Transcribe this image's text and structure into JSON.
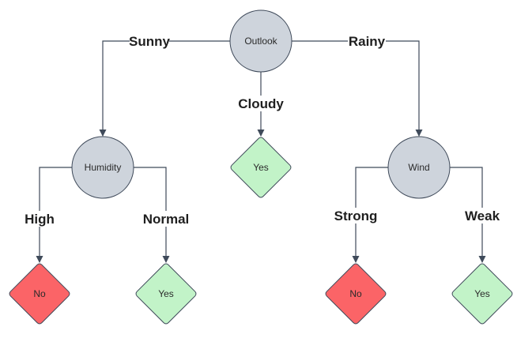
{
  "colors": {
    "decision_fill": "#ced4dc",
    "yes_fill": "#c2f3c8",
    "no_fill": "#fb6467",
    "line": "#3f4a5a"
  },
  "nodes": {
    "outlook": {
      "label": "Outlook",
      "shape": "circle"
    },
    "humidity": {
      "label": "Humidity",
      "shape": "circle"
    },
    "wind": {
      "label": "Wind",
      "shape": "circle"
    },
    "cloudy_leaf": {
      "label": "Yes",
      "shape": "diamond"
    },
    "high_leaf": {
      "label": "No",
      "shape": "diamond"
    },
    "normal_leaf": {
      "label": "Yes",
      "shape": "diamond"
    },
    "strong_leaf": {
      "label": "No",
      "shape": "diamond"
    },
    "weak_leaf": {
      "label": "Yes",
      "shape": "diamond"
    }
  },
  "edges": {
    "sunny": {
      "label": "Sunny",
      "from": "outlook",
      "to": "humidity"
    },
    "cloudy": {
      "label": "Cloudy",
      "from": "outlook",
      "to": "cloudy_leaf"
    },
    "rainy": {
      "label": "Rainy",
      "from": "outlook",
      "to": "wind"
    },
    "high": {
      "label": "High",
      "from": "humidity",
      "to": "high_leaf"
    },
    "normal": {
      "label": "Normal",
      "from": "humidity",
      "to": "normal_leaf"
    },
    "strong": {
      "label": "Strong",
      "from": "wind",
      "to": "strong_leaf"
    },
    "weak": {
      "label": "Weak",
      "from": "wind",
      "to": "weak_leaf"
    }
  }
}
